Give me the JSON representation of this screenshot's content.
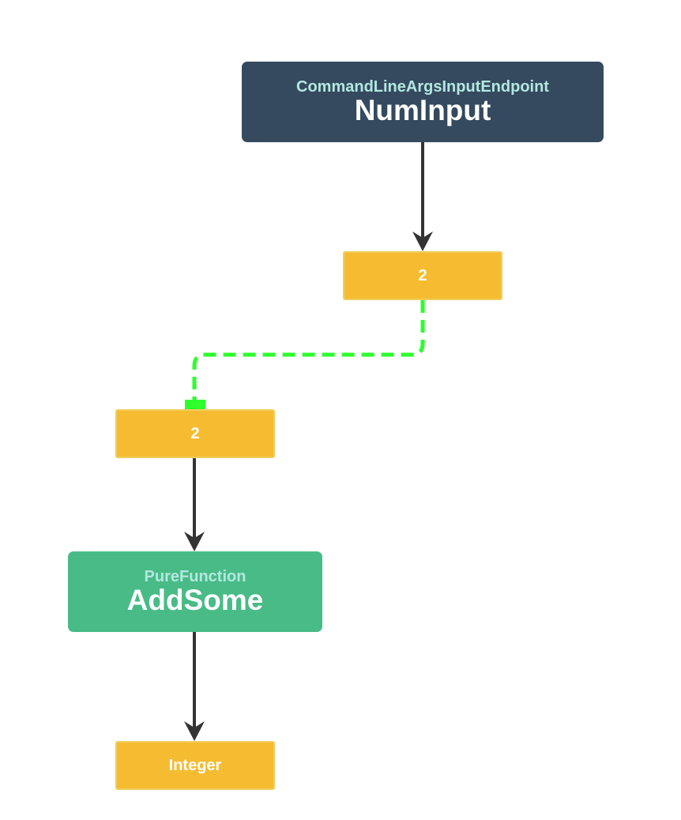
{
  "nodes": {
    "endpoint": {
      "type_label": "CommandLineArgsInputEndpoint",
      "name": "NumInput"
    },
    "pure_function": {
      "type_label": "PureFunction",
      "name": "AddSome"
    }
  },
  "ports": {
    "endpoint_output": "2",
    "function_input": "2",
    "function_output": "Integer"
  },
  "colors": {
    "endpoint_node": "#354a5f",
    "pure_function_node": "#48bb87",
    "port": "#f6bc31",
    "type_label": "#b3e8e0",
    "edge": "#333333",
    "active_connection": "#2cff2c"
  }
}
